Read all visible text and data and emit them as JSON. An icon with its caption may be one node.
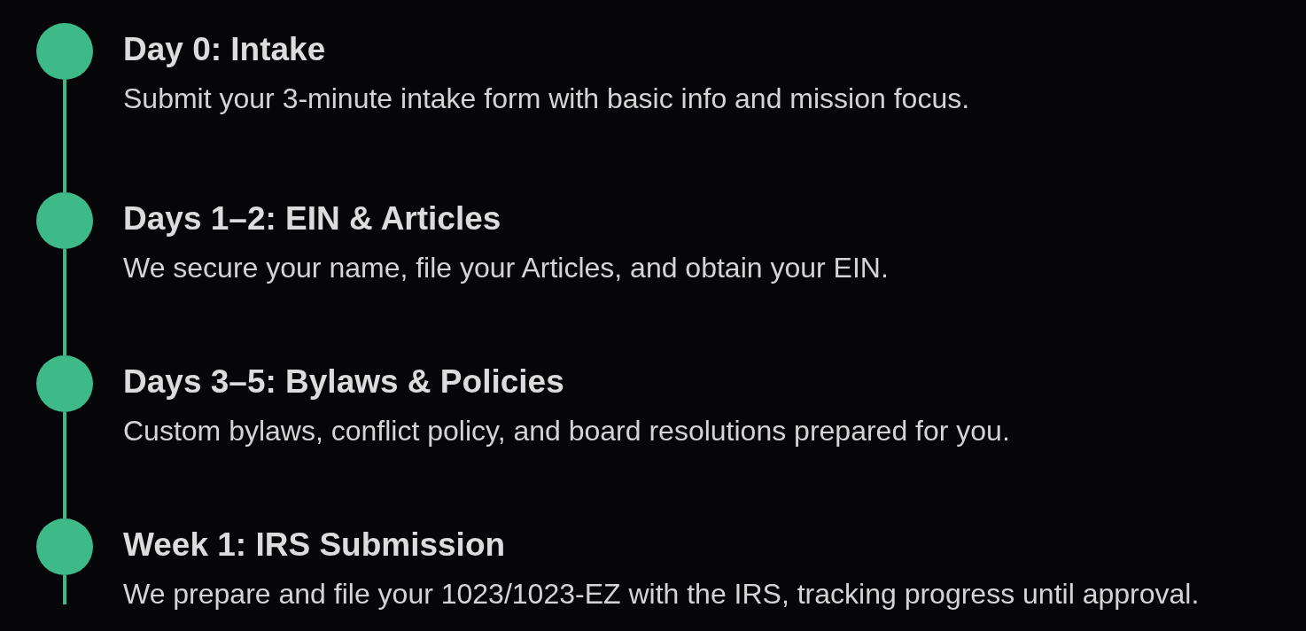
{
  "diagram": {
    "nodes": [
      {
        "text": [],
        "shape": "circle",
        "beside": [
          "Day 0: Intake",
          "Submit your 3-minute intake form with basic info and mission focus."
        ]
      },
      {
        "text": [],
        "shape": "circle",
        "beside": [
          "Days 1–2: EIN & Articles",
          "We secure your name, file your Articles, and obtain your EIN."
        ]
      },
      {
        "text": [],
        "shape": "circle",
        "beside": [
          "Days 3–5: Bylaws & Policies",
          "Custom bylaws, conflict policy, and board resolutions prepared for you."
        ]
      },
      {
        "text": [],
        "shape": "circle",
        "beside": [
          "Week 1: IRS Submission",
          "We prepare and file your 1023/1023-EZ with the IRS, tracking progress until approval."
        ]
      }
    ],
    "edges": [
      {
        "from": 0,
        "to": 1,
        "arrow": "none"
      },
      {
        "from": 1,
        "to": 2,
        "arrow": "none"
      },
      {
        "from": 2,
        "to": 3,
        "arrow": "none"
      },
      {
        "from": 3,
        "to": null,
        "arrow": "none"
      }
    ]
  }
}
